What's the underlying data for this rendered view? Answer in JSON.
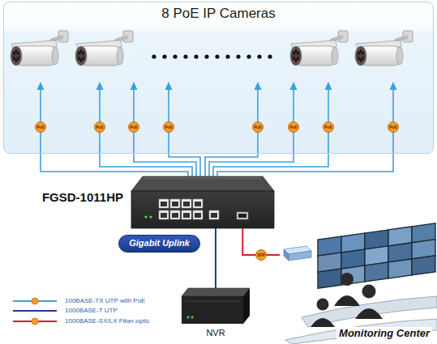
{
  "diagram": {
    "nodes": [
      {
        "text": [
          "8 PoE IP Cameras"
        ]
      },
      {
        "text": [
          "FGSD-1011HP"
        ]
      },
      {
        "text": [
          "Gigabit Uplink"
        ]
      },
      {
        "text": [
          "NVR"
        ]
      },
      {
        "text": [
          "Monitoring Center"
        ]
      }
    ],
    "edges": [
      {
        "from": 1,
        "to": 3,
        "arrow": "none"
      },
      {
        "from": 1,
        "to": 4,
        "arrow": "none"
      }
    ],
    "labels": [
      "PoE",
      "PoE",
      "PoE",
      "PoE",
      "PoE",
      "PoE",
      "PoE",
      "PoE",
      "SFP"
    ],
    "legend": [
      {
        "text": "100BASE-TX UTP with PoE"
      },
      {
        "text": "1000BASE-T UTP"
      },
      {
        "text": "1000BASE-SX/LX Fiber-optic"
      }
    ]
  }
}
